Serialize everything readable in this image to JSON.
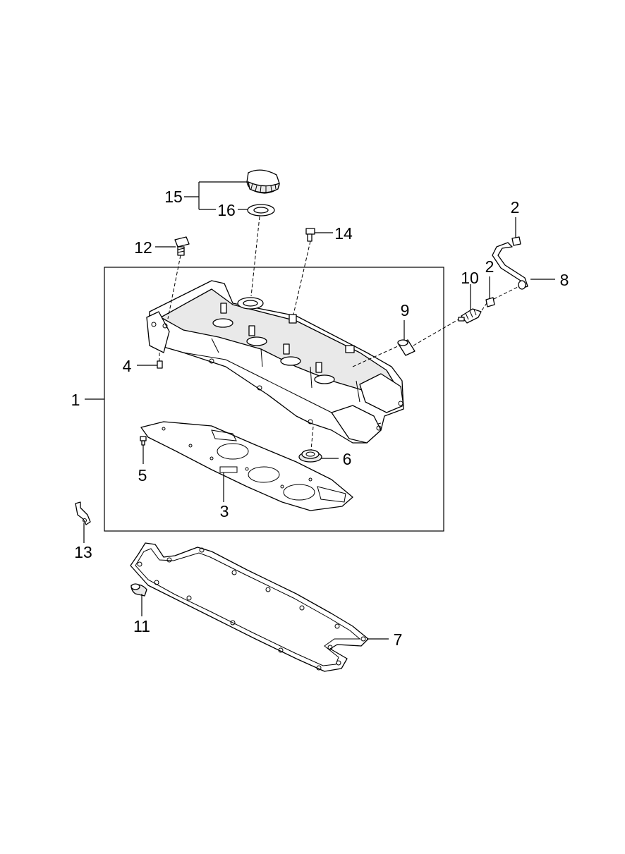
{
  "callouts": [
    {
      "id": "c1",
      "text": "1"
    },
    {
      "id": "c2a",
      "text": "2"
    },
    {
      "id": "c2b",
      "text": "2"
    },
    {
      "id": "c3",
      "text": "3"
    },
    {
      "id": "c4",
      "text": "4"
    },
    {
      "id": "c5",
      "text": "5"
    },
    {
      "id": "c6",
      "text": "6"
    },
    {
      "id": "c7",
      "text": "7"
    },
    {
      "id": "c8",
      "text": "8"
    },
    {
      "id": "c9",
      "text": "9"
    },
    {
      "id": "c10",
      "text": "10"
    },
    {
      "id": "c11",
      "text": "11"
    },
    {
      "id": "c12",
      "text": "12"
    },
    {
      "id": "c13",
      "text": "13"
    },
    {
      "id": "c14",
      "text": "14"
    },
    {
      "id": "c15",
      "text": "15"
    },
    {
      "id": "c16",
      "text": "16"
    }
  ]
}
